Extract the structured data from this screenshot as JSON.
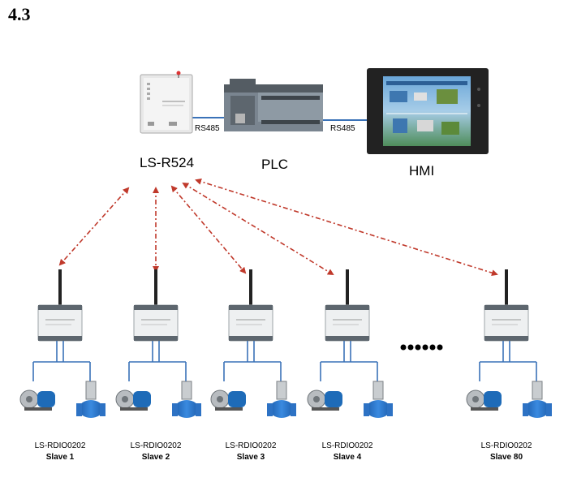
{
  "section": "4.3",
  "master": {
    "label": "LS-R524"
  },
  "plc": {
    "label": "PLC"
  },
  "hmi": {
    "label": "HMI"
  },
  "links": {
    "left": "RS485",
    "right": "RS485"
  },
  "slaves": [
    {
      "model": "LS-RDIO0202",
      "name": "Slave 1"
    },
    {
      "model": "LS-RDIO0202",
      "name": "Slave 2"
    },
    {
      "model": "LS-RDIO0202",
      "name": "Slave 3"
    },
    {
      "model": "LS-RDIO0202",
      "name": "Slave 4"
    },
    {
      "model": "LS-RDIO0202",
      "name": "Slave 80"
    }
  ],
  "colors": {
    "link_arrow": "#c0392b",
    "bus_line": "#3a72b8",
    "valve_blue": "#2d72c4",
    "pump_blue": "#1e6bb8",
    "hmi_frame": "#222222"
  }
}
